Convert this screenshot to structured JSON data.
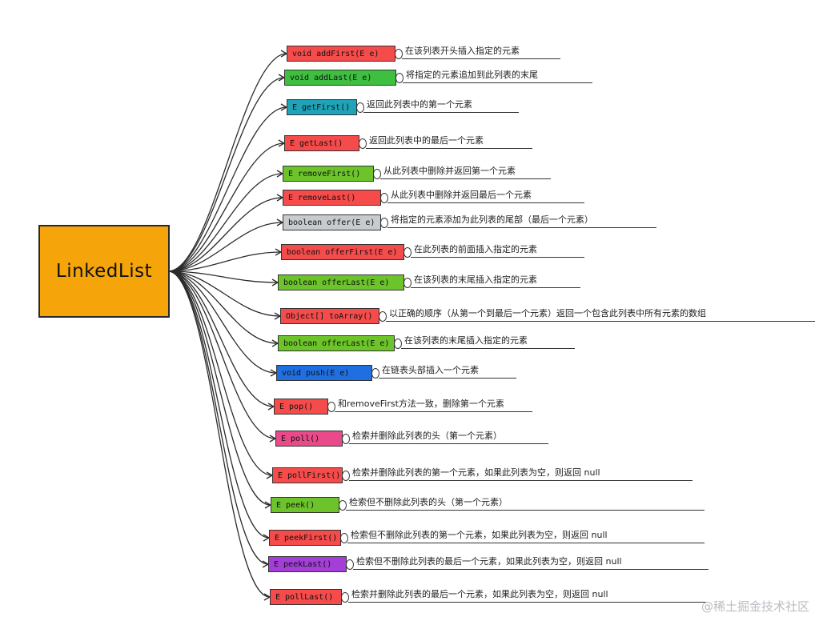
{
  "root": {
    "label": "LinkedList"
  },
  "methods": [
    {
      "sig": "void  addFirst(E e)",
      "desc": "在该列表开头插入指定的元素",
      "color": "#f54b4b"
    },
    {
      "sig": "void addLast(E e)",
      "desc": "将指定的元素追加到此列表的末尾",
      "color": "#3fbf3f"
    },
    {
      "sig": "E  getFirst()",
      "desc": "返回此列表中的第一个元素",
      "color": "#1ea3b8"
    },
    {
      "sig": "E  getLast()",
      "desc": "返回此列表中的最后一个元素",
      "color": "#f54b4b"
    },
    {
      "sig": "E removeFirst()",
      "desc": "从此列表中删除并返回第一个元素",
      "color": "#6cc42a"
    },
    {
      "sig": "E  removeLast()",
      "desc": "从此列表中删除并返回最后一个元素",
      "color": "#f54b4b"
    },
    {
      "sig": "boolean offer(E e)",
      "desc": "将指定的元素添加为此列表的尾部（最后一个元素）",
      "color": "#c7cbd0"
    },
    {
      "sig": "boolean  offerFirst(E e)",
      "desc": "在此列表的前面插入指定的元素",
      "color": "#f54b4b"
    },
    {
      "sig": "boolean  offerLast(E e)",
      "desc": "在该列表的末尾插入指定的元素",
      "color": "#6cc42a"
    },
    {
      "sig": "Object[] toArray()",
      "desc": "以正确的顺序（从第一个到最后一个元素）返回一个包含此列表中所有元素的数组",
      "color": "#f54b4b"
    },
    {
      "sig": "boolean  offerLast(E e)",
      "desc": "在该列表的末尾插入指定的元素",
      "color": "#6cc42a"
    },
    {
      "sig": "void push(E e)",
      "desc": "在链表头部插入一个元素",
      "color": "#1f6fe0"
    },
    {
      "sig": "E  pop()",
      "desc": "和removeFirst方法一致，删除第一个元素",
      "color": "#f54b4b"
    },
    {
      "sig": "E  poll()",
      "desc": "检索并删除此列表的头（第一个元素）",
      "color": "#e84a8a"
    },
    {
      "sig": "E  pollFirst()",
      "desc": "检索并删除此列表的第一个元素，如果此列表为空，则返回 null",
      "color": "#f54b4b"
    },
    {
      "sig": "E peek()",
      "desc": "检索但不删除此列表的头（第一个元素）",
      "color": "#6cc42a"
    },
    {
      "sig": "E peekFirst()",
      "desc": "检索但不删除此列表的第一个元素，如果此列表为空，则返回 null",
      "color": "#f54b4b"
    },
    {
      "sig": "E  peekLast()",
      "desc": "检索但不删除此列表的最后一个元素，如果此列表为空，则返回 null",
      "color": "#a33fd6"
    },
    {
      "sig": "E  pollLast()",
      "desc": "检索并删除此列表的最后一个元素，如果此列表为空，则返回 null",
      "color": "#f54b4b"
    }
  ],
  "watermark": "@稀土掘金技术社区"
}
